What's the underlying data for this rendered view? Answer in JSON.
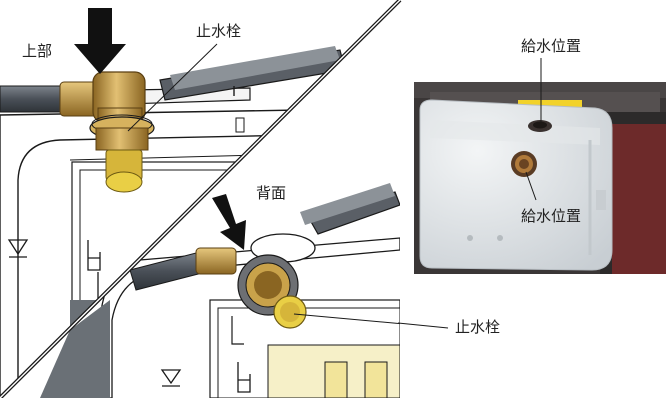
{
  "labels": {
    "top_section": "上部",
    "stop_valve_top": "止水栓",
    "back_section": "背面",
    "stop_valve_right": "止水栓",
    "photo_supply_top": "給水位置",
    "photo_supply_mid": "給水位置"
  },
  "icons": {
    "down_arrow": "down-arrow-icon",
    "level_mark": "water-level-triangle-icon"
  },
  "colors": {
    "line": "#1a1a1a",
    "brass": "#c9a24a",
    "brass_dark": "#8a6522",
    "valve_yellow": "#e9cf45",
    "gray_pipe": "#5a5f66",
    "tank_light": "#eef0f1",
    "panel_shade": "#d9dcdf",
    "photo_bg": "#3a3636",
    "photo_tank": "#dfe3e6",
    "photo_tape": "#f2d22a"
  }
}
